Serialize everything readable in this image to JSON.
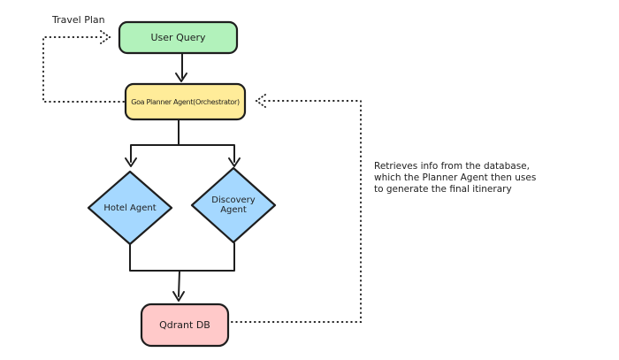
{
  "diagram": {
    "background": "#ffffff",
    "stroke": "#1e1e1e",
    "labels": {
      "travel_plan": "Travel Plan",
      "annotation": "Retrieves info from the database,\nwhich the Planner Agent then uses\nto generate the final itinerary"
    },
    "nodes": {
      "user_query": {
        "label": "User Query",
        "fill": "#b2f2bb",
        "shape": "rounded-rect"
      },
      "orchestrator": {
        "label": "Goa Planner Agent(Orchestrator)",
        "fill": "#ffec99",
        "shape": "rounded-rect"
      },
      "hotel_agent": {
        "label": "Hotel Agent",
        "fill": "#a5d8ff",
        "shape": "diamond"
      },
      "discovery_agent": {
        "label": "Discovery Agent",
        "fill": "#a5d8ff",
        "shape": "diamond"
      },
      "qdrant_db": {
        "label": "Qdrant DB",
        "fill": "#ffc9c9",
        "shape": "rounded-rect"
      }
    },
    "edges": [
      {
        "from": "user_query",
        "to": "orchestrator",
        "style": "solid"
      },
      {
        "from": "orchestrator",
        "to": "hotel_agent",
        "style": "solid"
      },
      {
        "from": "orchestrator",
        "to": "discovery_agent",
        "style": "solid"
      },
      {
        "from": "hotel_agent",
        "to": "qdrant_db",
        "style": "solid"
      },
      {
        "from": "discovery_agent",
        "to": "qdrant_db",
        "style": "solid"
      },
      {
        "from": "orchestrator",
        "to": "user_query",
        "style": "dotted",
        "label": "Travel Plan"
      },
      {
        "from": "qdrant_db",
        "to": "orchestrator",
        "style": "dotted",
        "label": "Retrieves info from the database, which the Planner Agent then uses to generate the final itinerary"
      }
    ]
  }
}
